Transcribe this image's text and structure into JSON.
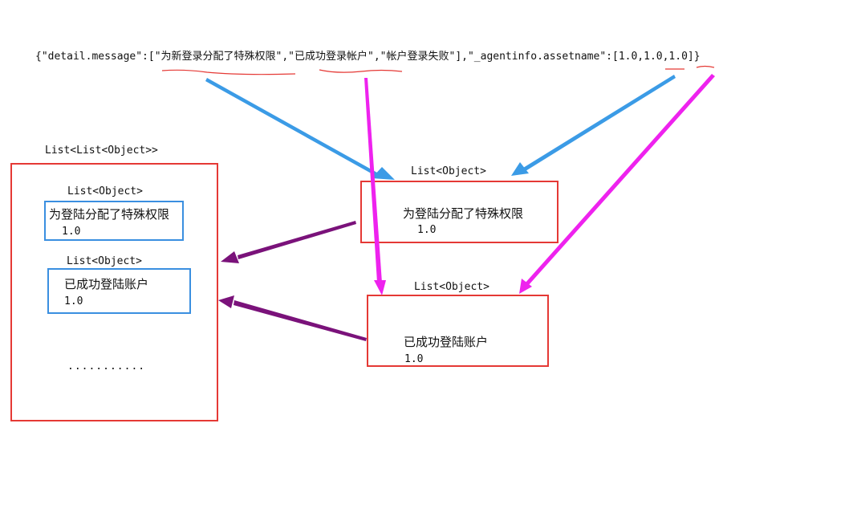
{
  "json_line": "{\"detail.message\":[\"为新登录分配了特殊权限\",\"已成功登录帐户\",\"帐户登录失败\"],\"_agentinfo.assetname\":[1.0,1.0,1.0]}",
  "outer_list": {
    "label": "List<List<Object>>",
    "items": [
      {
        "label": "List<Object>",
        "message": "为登陆分配了特殊权限",
        "value": "1.0"
      },
      {
        "label": "List<Object>",
        "message": "已成功登陆账户",
        "value": "1.0"
      }
    ],
    "ellipsis": "..........."
  },
  "right_lists": [
    {
      "label": "List<Object>",
      "message": "为登陆分配了特殊权限",
      "value": "1.0"
    },
    {
      "label": "List<Object>",
      "message": "已成功登陆账户",
      "value": "1.0"
    }
  ],
  "colors": {
    "box_red": "#e53935",
    "box_blue": "#3a8fe0",
    "arrow_blue": "#3b9be6",
    "arrow_magenta": "#ee22ee",
    "arrow_purple": "#7a127a",
    "underline_red": "#e53935"
  }
}
